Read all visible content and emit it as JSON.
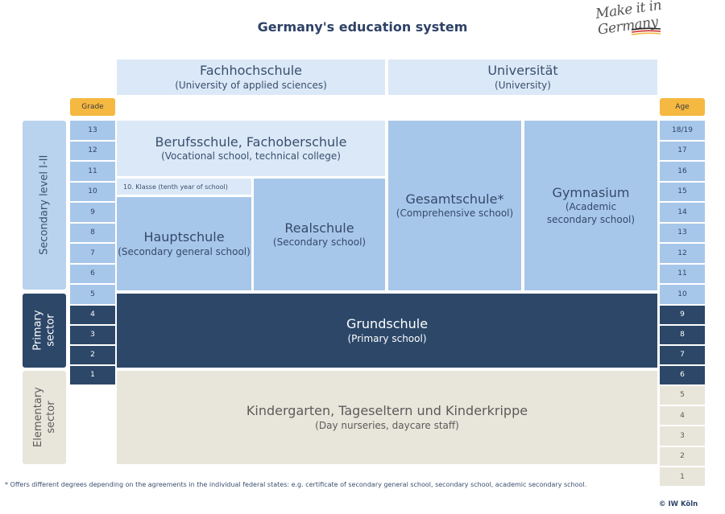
{
  "title": "Germany's education system",
  "logo_text": "Make it in Germany",
  "higher": {
    "fachhochschule": {
      "name": "Fachhochschule",
      "desc": "(University of applied sciences)"
    },
    "universitaet": {
      "name": "Universität",
      "desc": "(University)"
    }
  },
  "tags": {
    "grade": "Grade",
    "age": "Age"
  },
  "secondary": {
    "berufsschule": {
      "name": "Berufsschule, Fachoberschule",
      "desc": "(Vocational school, technical college)"
    },
    "klasse10": "10. Klasse (tenth year of school)",
    "hauptschule": {
      "name": "Hauptschule",
      "desc": "(Secondary general school)"
    },
    "realschule": {
      "name": "Realschule",
      "desc": "(Secondary school)"
    },
    "gesamtschule": {
      "name": "Gesamtschule*",
      "desc": "(Comprehensive school)"
    },
    "gymnasium": {
      "name": "Gymnasium",
      "desc1": "(Academic",
      "desc2": "secondary school)"
    }
  },
  "primary": {
    "name": "Grundschule",
    "desc": "(Primary school)"
  },
  "elementary": {
    "name": "Kindergarten, Tageseltern und Kinderkrippe",
    "desc": "(Day nurseries, daycare staff)"
  },
  "sectors": {
    "secondary": "Secondary level I-II",
    "primary_1": "Primary",
    "primary_2": "sector",
    "elementary_1": "Elementary",
    "elementary_2": "sector"
  },
  "grades": [
    "13",
    "12",
    "11",
    "10",
    "9",
    "8",
    "7",
    "6",
    "5",
    "4",
    "3",
    "2",
    "1"
  ],
  "ages": [
    "18/19",
    "17",
    "16",
    "15",
    "14",
    "13",
    "12",
    "11",
    "10",
    "9",
    "8",
    "7",
    "6",
    "5",
    "4",
    "3",
    "2",
    "1"
  ],
  "footnote": "* Offers different degrees depending on the agreements in the individual federal states: e.g. certificate of secondary general school, secondary school, academic secondary school.",
  "credit": "© IW Köln",
  "colors": {
    "pale": "#dbe8f7",
    "mid": "#a7c7ea",
    "dark": "#2c4768",
    "beige": "#e8e5da",
    "tag": "#f5b841"
  }
}
